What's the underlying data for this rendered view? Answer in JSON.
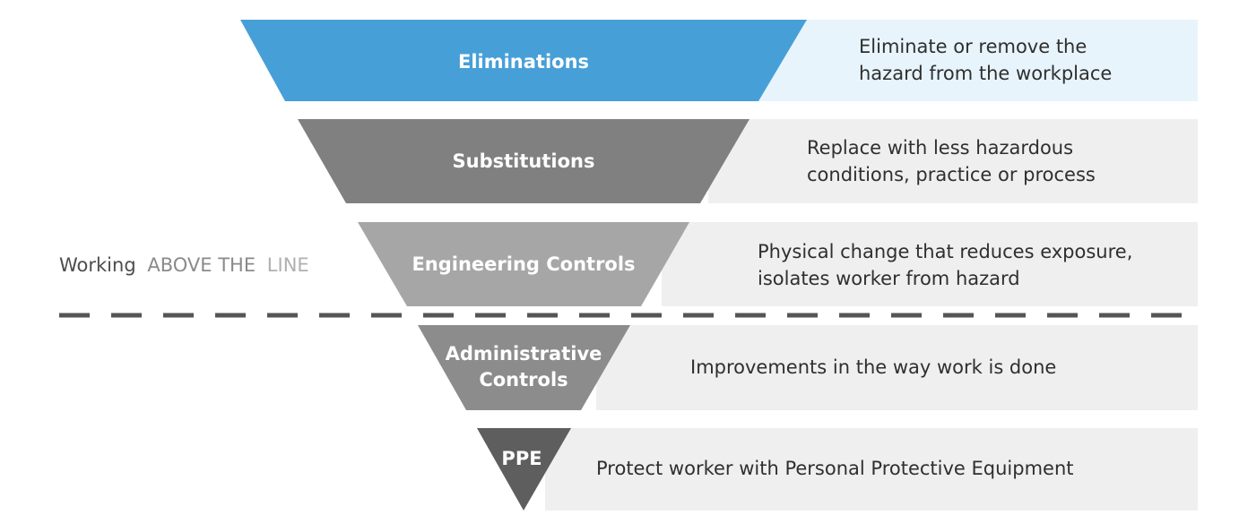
{
  "diagram": {
    "side_label": {
      "part1": "Working",
      "part2": "ABOVE THE",
      "part3": "LINE"
    },
    "layers": [
      {
        "name": "Eliminations",
        "description": [
          "Eliminate or remove the",
          "hazard from the workplace"
        ]
      },
      {
        "name": "Substitutions",
        "description": [
          "Replace with less hazardous",
          "conditions, practice or process"
        ]
      },
      {
        "name": "Engineering Controls",
        "description": [
          "Physical change that reduces exposure,",
          "isolates worker from hazard"
        ]
      },
      {
        "name": [
          "Administrative",
          "Controls"
        ],
        "description": [
          "Improvements in the way work is done"
        ]
      },
      {
        "name": "PPE",
        "description": [
          "Protect worker with Personal Protective Equipment"
        ]
      }
    ]
  },
  "colors": {
    "layer_1": "#479fd8",
    "layer_2": "#808080",
    "layer_3": "#a6a6a6",
    "layer_4": "#8c8c8c",
    "layer_5": "#5e5e5e",
    "panel_1": "#e8f4fb",
    "panel_other": "#efefef",
    "text_dark": "#2f2f2f",
    "side_dark": "#4d4d4d",
    "side_mid": "#8a8a8a",
    "side_light": "#b0b0b0",
    "dash": "#555555"
  }
}
